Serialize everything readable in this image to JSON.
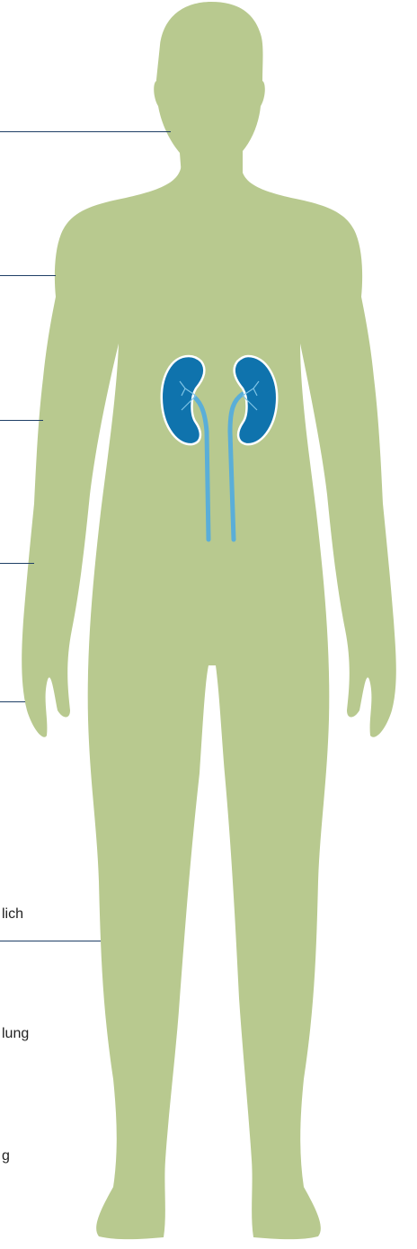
{
  "colors": {
    "body": "#b8c98f",
    "kidney": "#0f73ad",
    "kidney_outline": "#ffffff",
    "ureter": "#5aaed8",
    "leader_line": "#1f3f66"
  },
  "icons": [
    "human-body-silhouette",
    "kidneys-icon"
  ],
  "labels": {
    "text_lich": "lich",
    "text_lung": "lung",
    "text_g": "g"
  }
}
